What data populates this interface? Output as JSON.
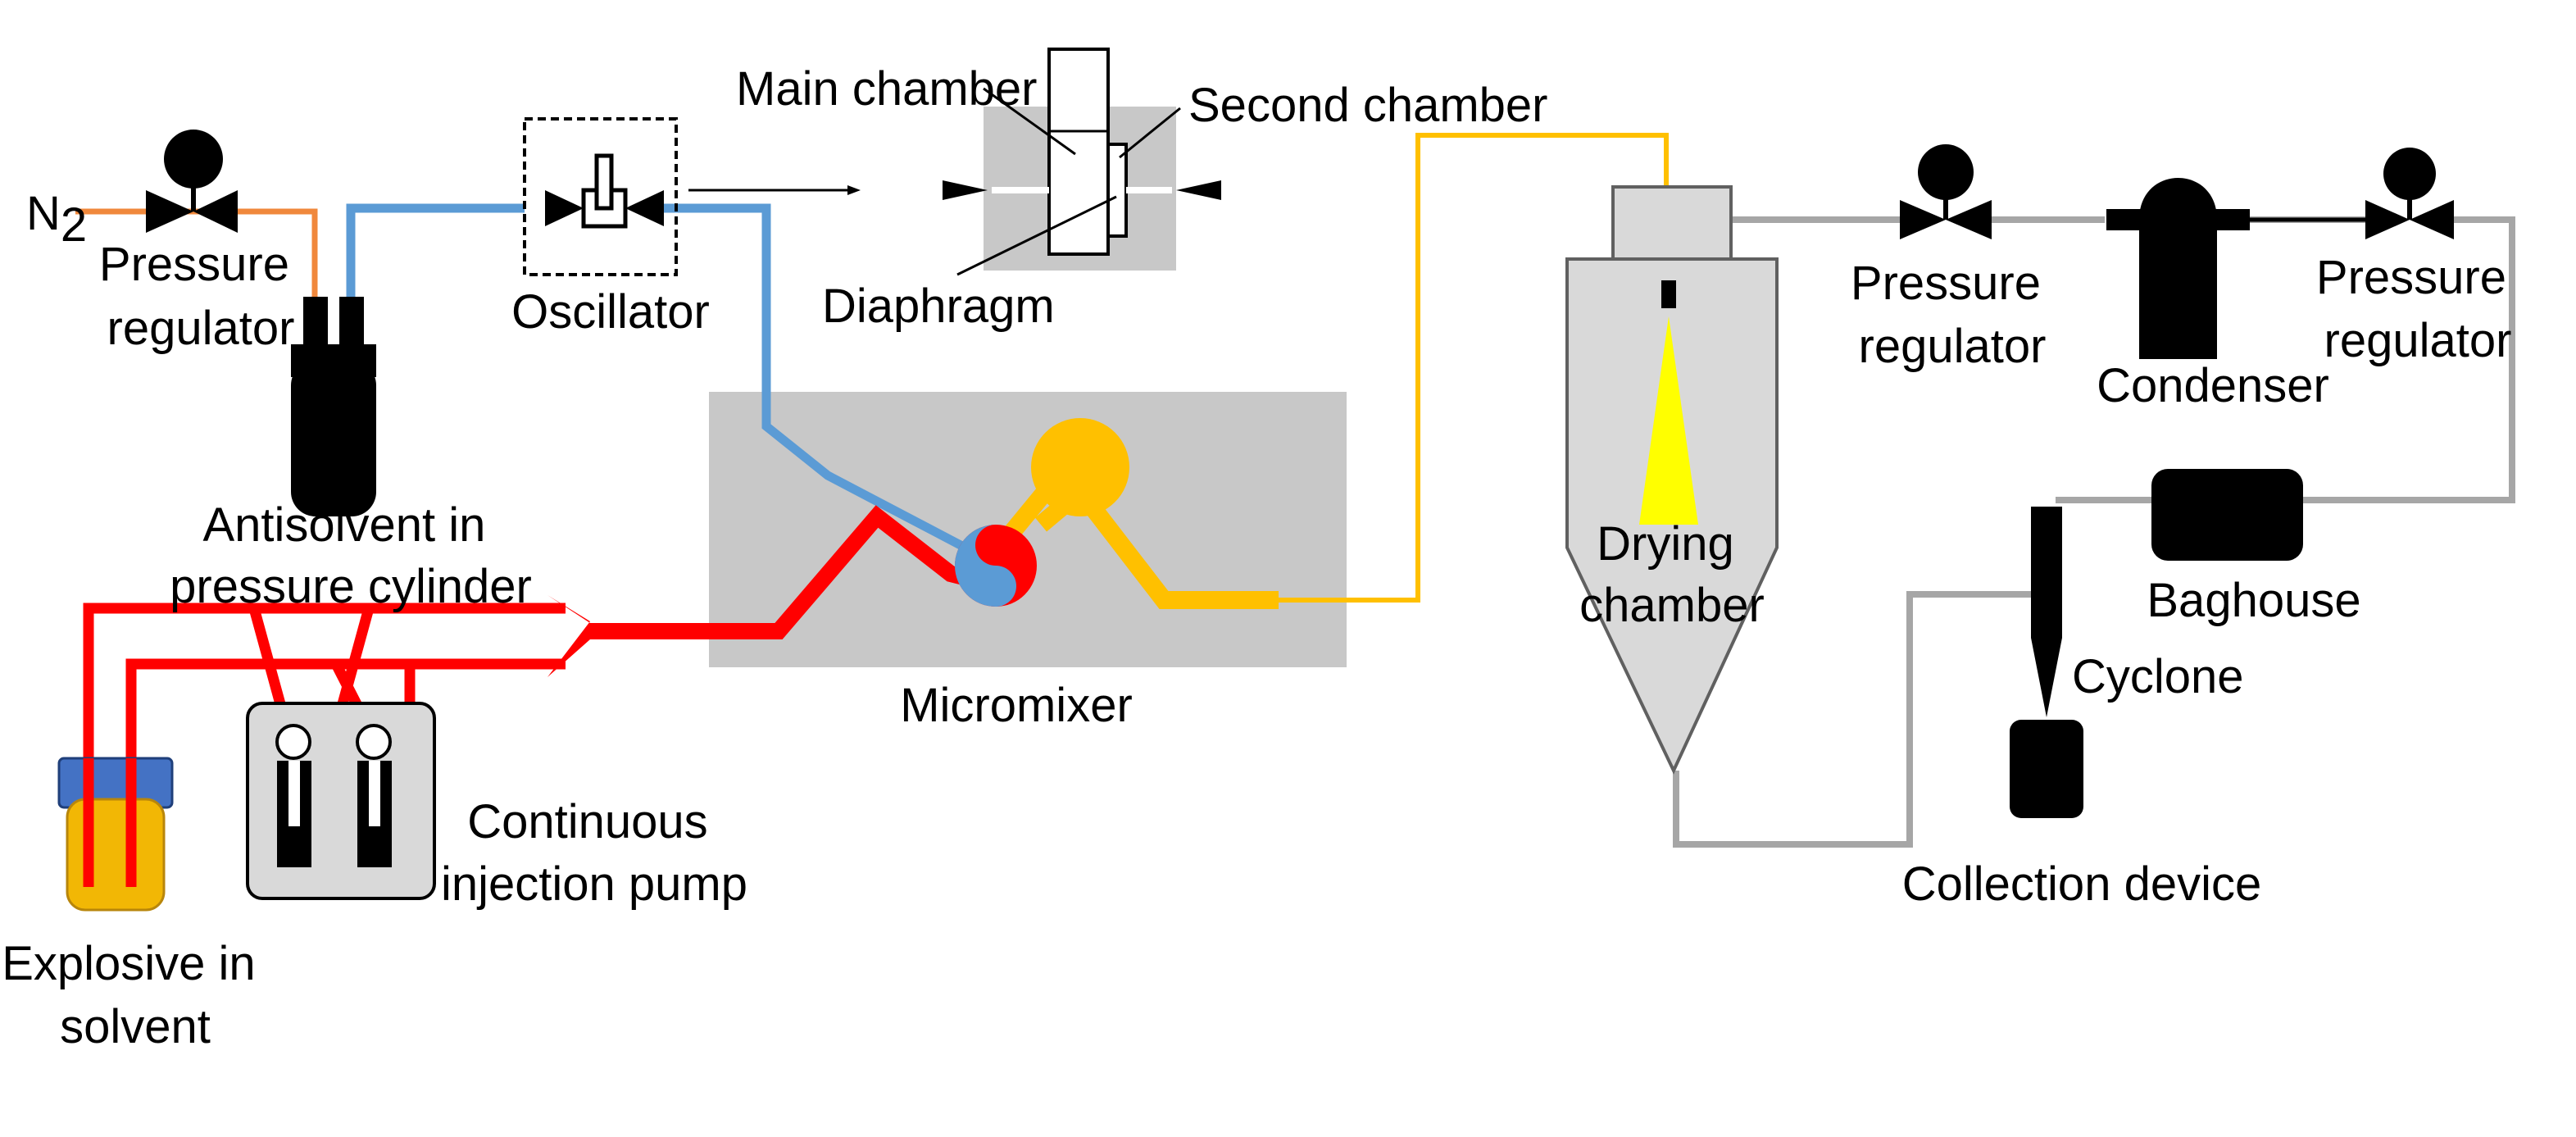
{
  "labels": {
    "n2": "N",
    "n2_sub": "2",
    "pressure_regulator_left": [
      "Pressure",
      "regulator"
    ],
    "oscillator": "Oscillator",
    "main_chamber": "Main chamber",
    "second_chamber": "Second chamber",
    "diaphragm": "Diaphragm",
    "antisolvent": [
      "Antisolvent in",
      "pressure cylinder"
    ],
    "micromixer": "Micromixer",
    "continuous_injection_pump": [
      "Continuous",
      "injection pump"
    ],
    "explosive_in_solvent": [
      "Explosive in",
      "solvent"
    ],
    "drying_chamber": [
      "Drying",
      "chamber"
    ],
    "pressure_regulator_mid": [
      "Pressure",
      "regulator"
    ],
    "condenser": "Condenser",
    "pressure_regulator_right": [
      "Pressure",
      "regulator"
    ],
    "baghouse": "Baghouse",
    "cyclone": "Cyclone",
    "collection_device": "Collection device"
  },
  "colors": {
    "n2_line": "#f0883c",
    "antisolvent_line": "#5b9bd5",
    "explosive_line": "#ff0000",
    "product_line": "#ffc000",
    "exhaust_line": "#a6a6a6",
    "equipment_fill": "#d9d9d9",
    "device_black": "#000000",
    "spray": "#ffff00",
    "bottle_fill": "#f2b705",
    "bottle_cap": "#4472c4"
  }
}
